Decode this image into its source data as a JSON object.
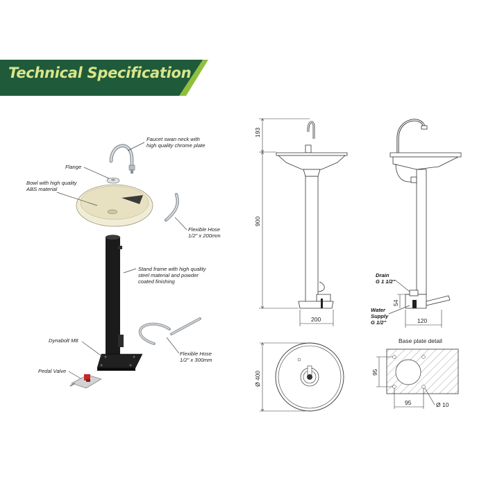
{
  "header": {
    "title": "Technical Specification"
  },
  "colors": {
    "banner_dark": "#1f5a3a",
    "banner_light": "#8fbf3c",
    "title_text": "#d9e68a"
  },
  "callouts": {
    "faucet_1": "Faucet swan neck with",
    "faucet_2": "high quality chrome plate",
    "flange": "Flange",
    "bowl_1": "Bowl with high quality",
    "bowl_2": "ABS material",
    "hose1_1": "Flexible Hose",
    "hose1_2": "1/2\" x 200mm",
    "stand_1": "Stand frame with high quality",
    "stand_2": "steel material and powder",
    "stand_3": "coated finishing",
    "dynabolt": "Dynabolt M8",
    "hose2_1": "Flexible Hose",
    "hose2_2": "1/2\" x 300mm",
    "pedal": "Pedal Valve"
  },
  "dimensions": {
    "faucet_height": "193",
    "column_height": "900",
    "base_width": "200",
    "drain_label_1": "Drain",
    "drain_label_2": "G 1 1/2\"",
    "supply_label_1": "Water",
    "supply_label_2": "Supply",
    "supply_label_3": "G 1/2\"",
    "supply_height": "54",
    "side_base_width": "120",
    "bowl_diameter": "Ø 400",
    "base_plate_title": "Base plate detail",
    "plate_height": "95",
    "plate_width": "95",
    "hole_diameter": "Ø 10"
  }
}
